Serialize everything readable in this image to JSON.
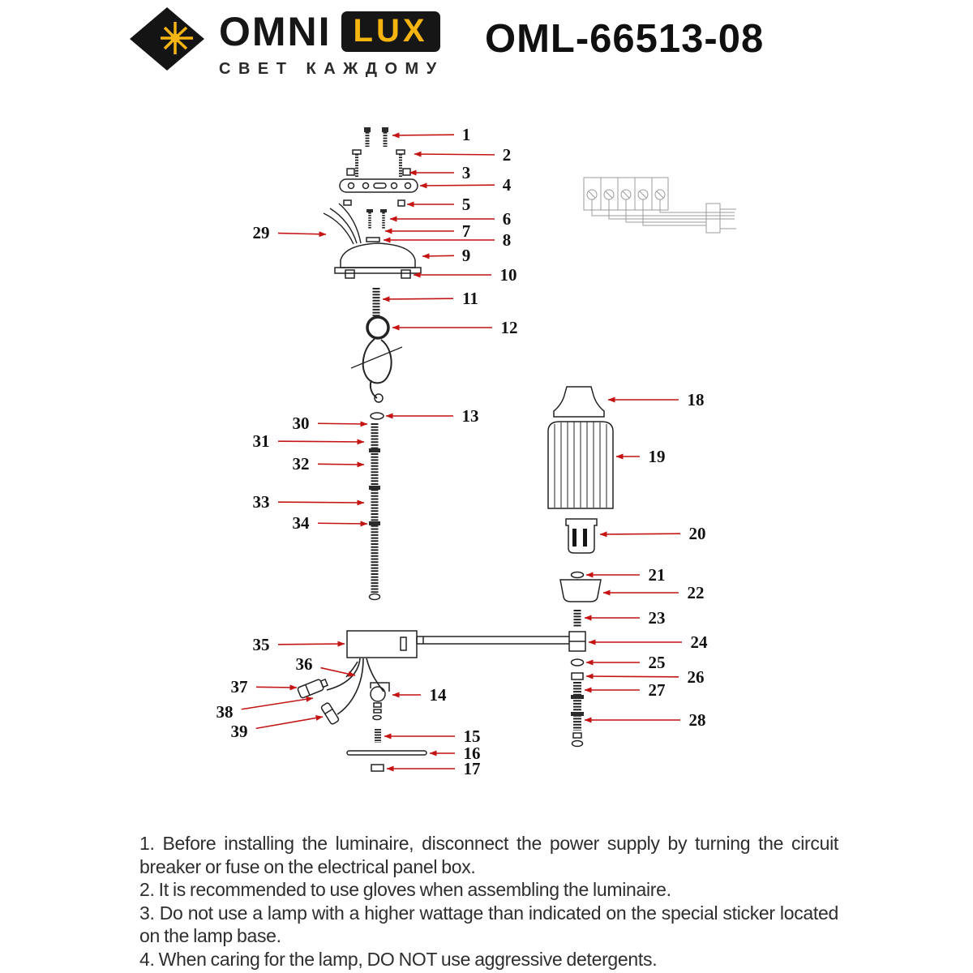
{
  "header": {
    "brand_left": "OMNI",
    "brand_right": "LUX",
    "tagline": "СВЕТ КАЖДОМУ",
    "model": "OML-66513-08"
  },
  "diagram": {
    "callout_numbers": [
      "1",
      "2",
      "3",
      "4",
      "5",
      "6",
      "7",
      "8",
      "9",
      "10",
      "11",
      "12",
      "13",
      "14",
      "15",
      "16",
      "17",
      "18",
      "19",
      "20",
      "21",
      "22",
      "23",
      "24",
      "25",
      "26",
      "27",
      "28",
      "29",
      "30",
      "31",
      "32",
      "33",
      "34",
      "35",
      "36",
      "37",
      "38",
      "39"
    ]
  },
  "instructions": [
    "1. Before installing the luminaire, disconnect the power supply by turning the circuit breaker or fuse on the electrical panel box.",
    "2. It is recommended to use gloves when assembling the luminaire.",
    "3. Do not use a lamp with a higher wattage than indicated on the special sticker located on the lamp base.",
    "4. When caring for the lamp, DO NOT use aggressive detergents."
  ],
  "colors": {
    "arrow_red": "#c41414",
    "brand_yellow": "#f6b40e",
    "ink": "#111111"
  }
}
